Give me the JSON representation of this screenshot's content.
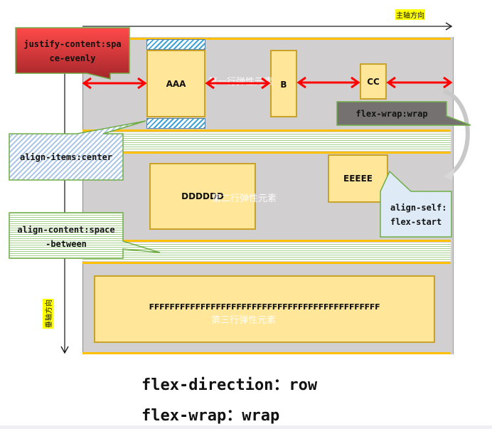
{
  "axes": {
    "main_axis_label": "主轴方向",
    "cross_axis_label": "垂轴方向"
  },
  "rows": [
    {
      "watermark": "第一行弹性元素",
      "items": [
        "AAA",
        "B",
        "CC"
      ]
    },
    {
      "watermark": "第二行弹性元素",
      "items": [
        "DDDDDD",
        "EEEEE"
      ]
    },
    {
      "watermark": "第三行弹性元素",
      "items": [
        "FFFFFFFFFFFFFFFFFFFFFFFFFFFFFFFFFFFFFFFFFFFFF"
      ]
    }
  ],
  "callouts": {
    "justify_content": [
      "justify-content:spa",
      "ce-evenly"
    ],
    "flex_wrap": "flex-wrap:wrap",
    "align_items": "align-items:center",
    "align_content": [
      "align-content:space",
      "-between"
    ],
    "align_self": [
      "align-self:",
      "flex-start"
    ]
  },
  "footer": {
    "line1": "flex-direction：row",
    "line2": "flex-wrap：wrap"
  },
  "colors": {
    "item_fill": "#ffe699",
    "container_fill": "#d1cfd0",
    "line_border": "#ffc000",
    "arrow_red": "#ff0000",
    "justify_callout": "#e8403f",
    "flex_wrap_callout": "#767171",
    "align_self_callout": "#deebf7"
  }
}
